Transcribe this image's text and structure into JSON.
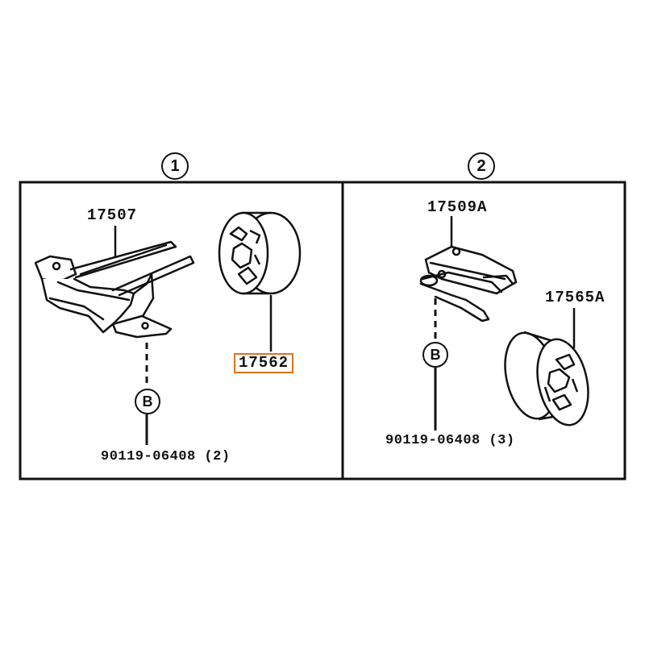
{
  "panels": [
    {
      "number": "1",
      "parts": {
        "bracket": "17507",
        "hanger": "17562",
        "bolt_marker": "B",
        "bolt": "90119-06408 (2)"
      }
    },
    {
      "number": "2",
      "parts": {
        "bracket": "17509A",
        "hanger": "17565A",
        "bolt_marker": "B",
        "bolt": "90119-06408 (3)"
      }
    }
  ],
  "highlight_color": "#e2721a"
}
